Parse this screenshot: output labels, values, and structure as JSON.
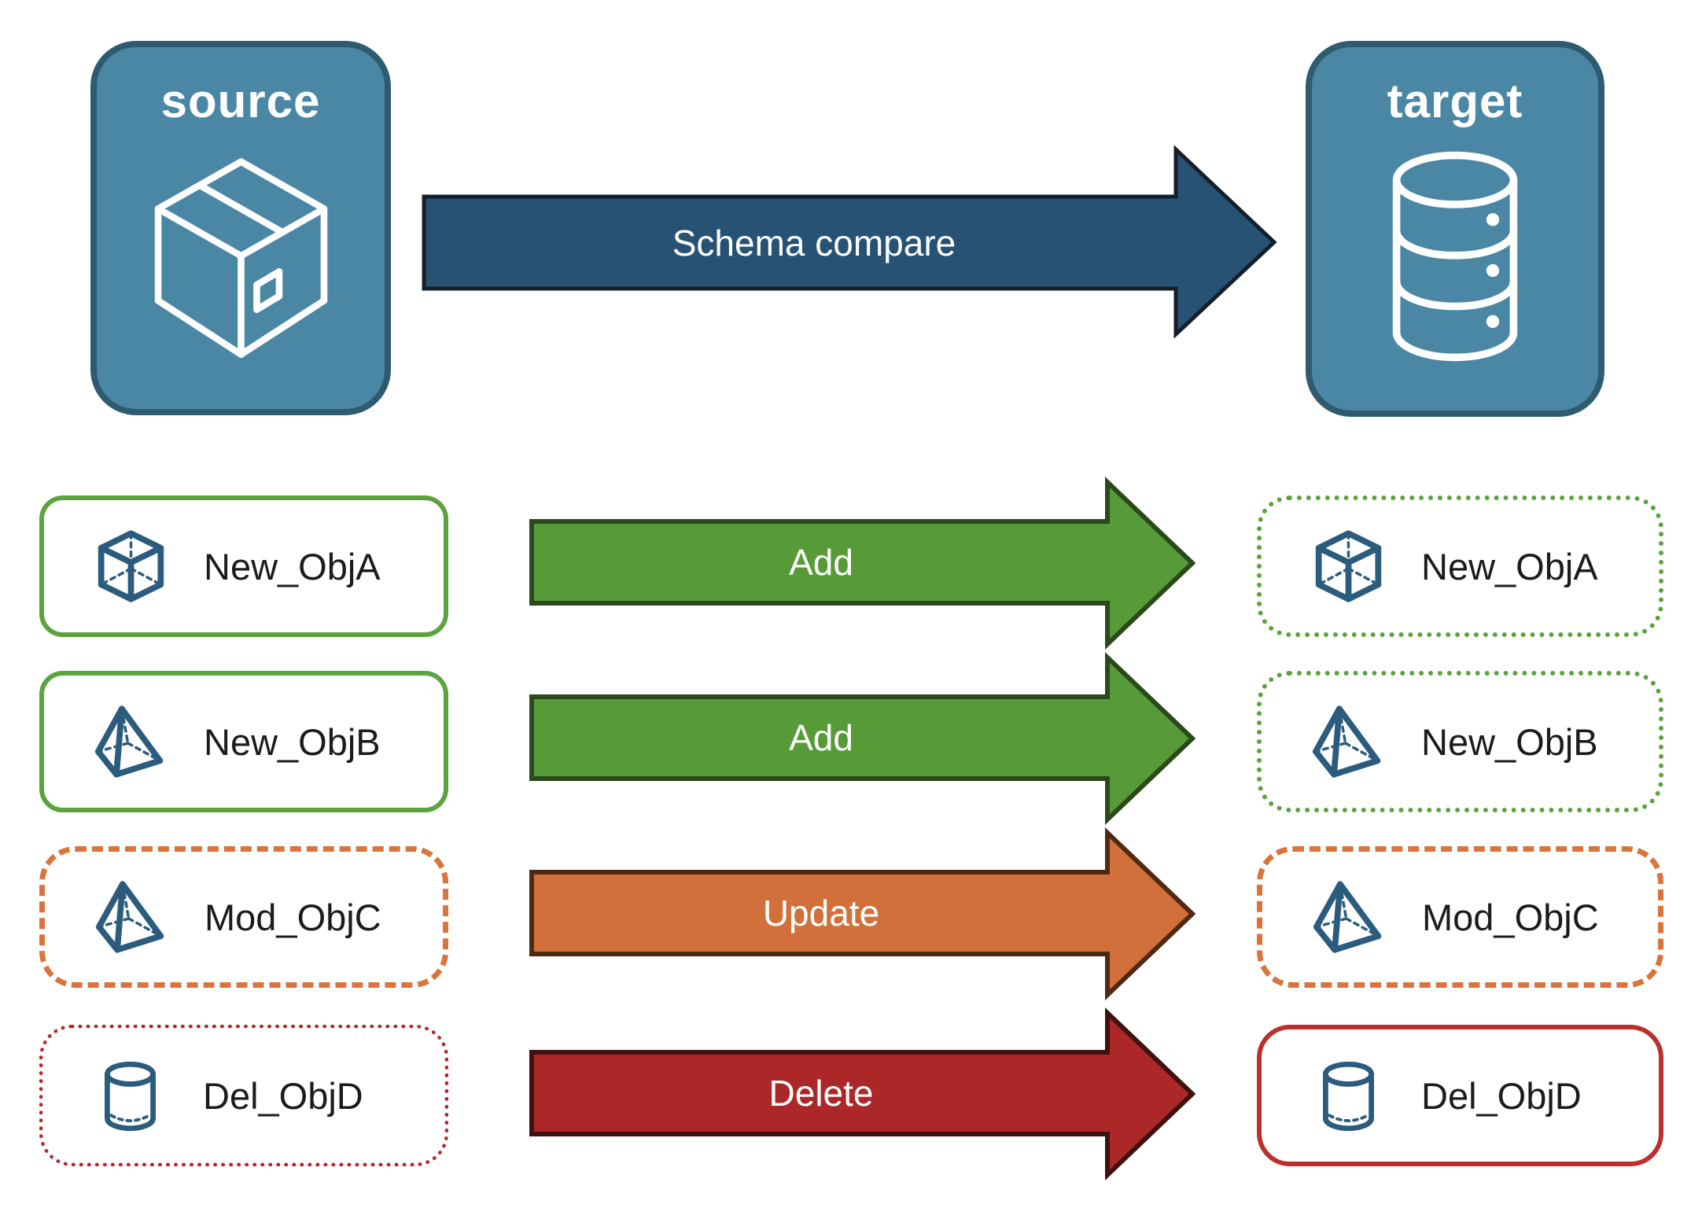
{
  "source_badge": {
    "label": "source",
    "fill": "#4A87A5",
    "border_color": "#2E5B6F",
    "icon": "package-icon",
    "icon_color": "#FFFFFF"
  },
  "target_badge": {
    "label": "target",
    "fill": "#4A87A5",
    "border_color": "#2E5B6F",
    "icon": "database-icon",
    "icon_color": "#FFFFFF"
  },
  "main_arrow": {
    "label": "Schema compare",
    "fill": "#275274",
    "border_color": "#141F2A",
    "text_color": "#FFFFFF"
  },
  "object_icon_color": "#2B5C7E",
  "rows": [
    {
      "label": "New_ObjA",
      "action": "Add",
      "icon": "cube-icon",
      "arrow_fill": "#579A38",
      "arrow_border_color": "#2C491B",
      "source_box": {
        "border_color": "#5CA33E",
        "border_style": "solid"
      },
      "target_box": {
        "border_color": "#5CA33E",
        "border_style": "dotted"
      }
    },
    {
      "label": "New_ObjB",
      "action": "Add",
      "icon": "pyramid-icon",
      "arrow_fill": "#579A38",
      "arrow_border_color": "#2C491B",
      "source_box": {
        "border_color": "#5CA33E",
        "border_style": "solid"
      },
      "target_box": {
        "border_color": "#5CA33E",
        "border_style": "dotted"
      }
    },
    {
      "label": "Mod_ObjC",
      "action": "Update",
      "icon": "pyramid-icon",
      "arrow_fill": "#D1703A",
      "arrow_border_color": "#4E2A14",
      "source_box": {
        "border_color": "#D9753C",
        "border_style": "dashed"
      },
      "target_box": {
        "border_color": "#D9753C",
        "border_style": "dashed"
      }
    },
    {
      "label": "Del_ObjD",
      "action": "Delete",
      "icon": "cylinder-icon",
      "arrow_fill": "#AC2828",
      "arrow_border_color": "#3F1210",
      "source_box": {
        "border_color": "#B22B2B",
        "border_style": "dotted"
      },
      "target_box": {
        "border_color": "#BB2F2D",
        "border_style": "solid"
      }
    }
  ]
}
